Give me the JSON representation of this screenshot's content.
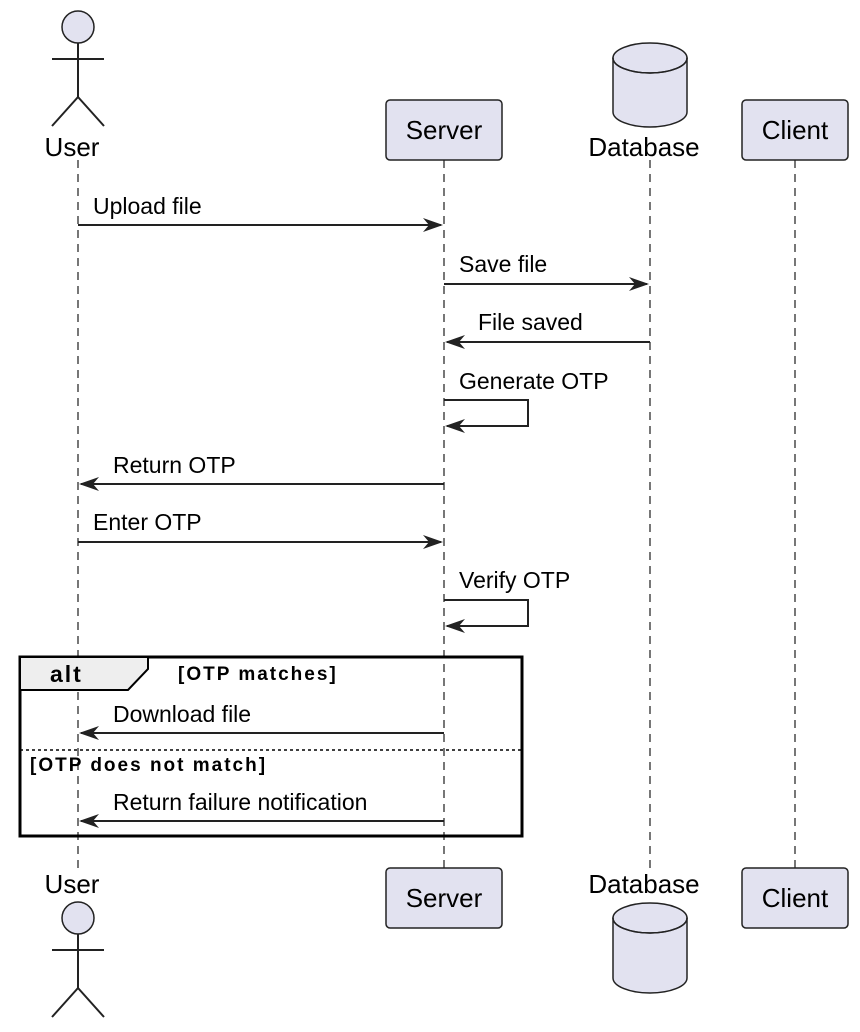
{
  "participants": {
    "user": {
      "label": "User",
      "kind": "actor"
    },
    "server": {
      "label": "Server",
      "kind": "participant"
    },
    "database": {
      "label": "Database",
      "kind": "database"
    },
    "client": {
      "label": "Client",
      "kind": "participant"
    }
  },
  "messages": [
    {
      "from": "user",
      "to": "server",
      "label": "Upload file"
    },
    {
      "from": "server",
      "to": "database",
      "label": "Save file"
    },
    {
      "from": "database",
      "to": "server",
      "label": "File saved"
    },
    {
      "from": "server",
      "to": "server",
      "label": "Generate OTP"
    },
    {
      "from": "server",
      "to": "user",
      "label": "Return OTP"
    },
    {
      "from": "user",
      "to": "server",
      "label": "Enter OTP"
    },
    {
      "from": "server",
      "to": "server",
      "label": "Verify OTP"
    },
    {
      "from": "server",
      "to": "user",
      "label": "Download file"
    },
    {
      "from": "server",
      "to": "user",
      "label": "Return failure notification"
    }
  ],
  "alt_fragment": {
    "keyword": "alt",
    "guard_1": "[OTP matches]",
    "guard_2": "[OTP does not match]"
  },
  "colors": {
    "participant_fill": "#E2E2F0",
    "line": "#222222",
    "fragment_tab": "#EEEEEE"
  }
}
